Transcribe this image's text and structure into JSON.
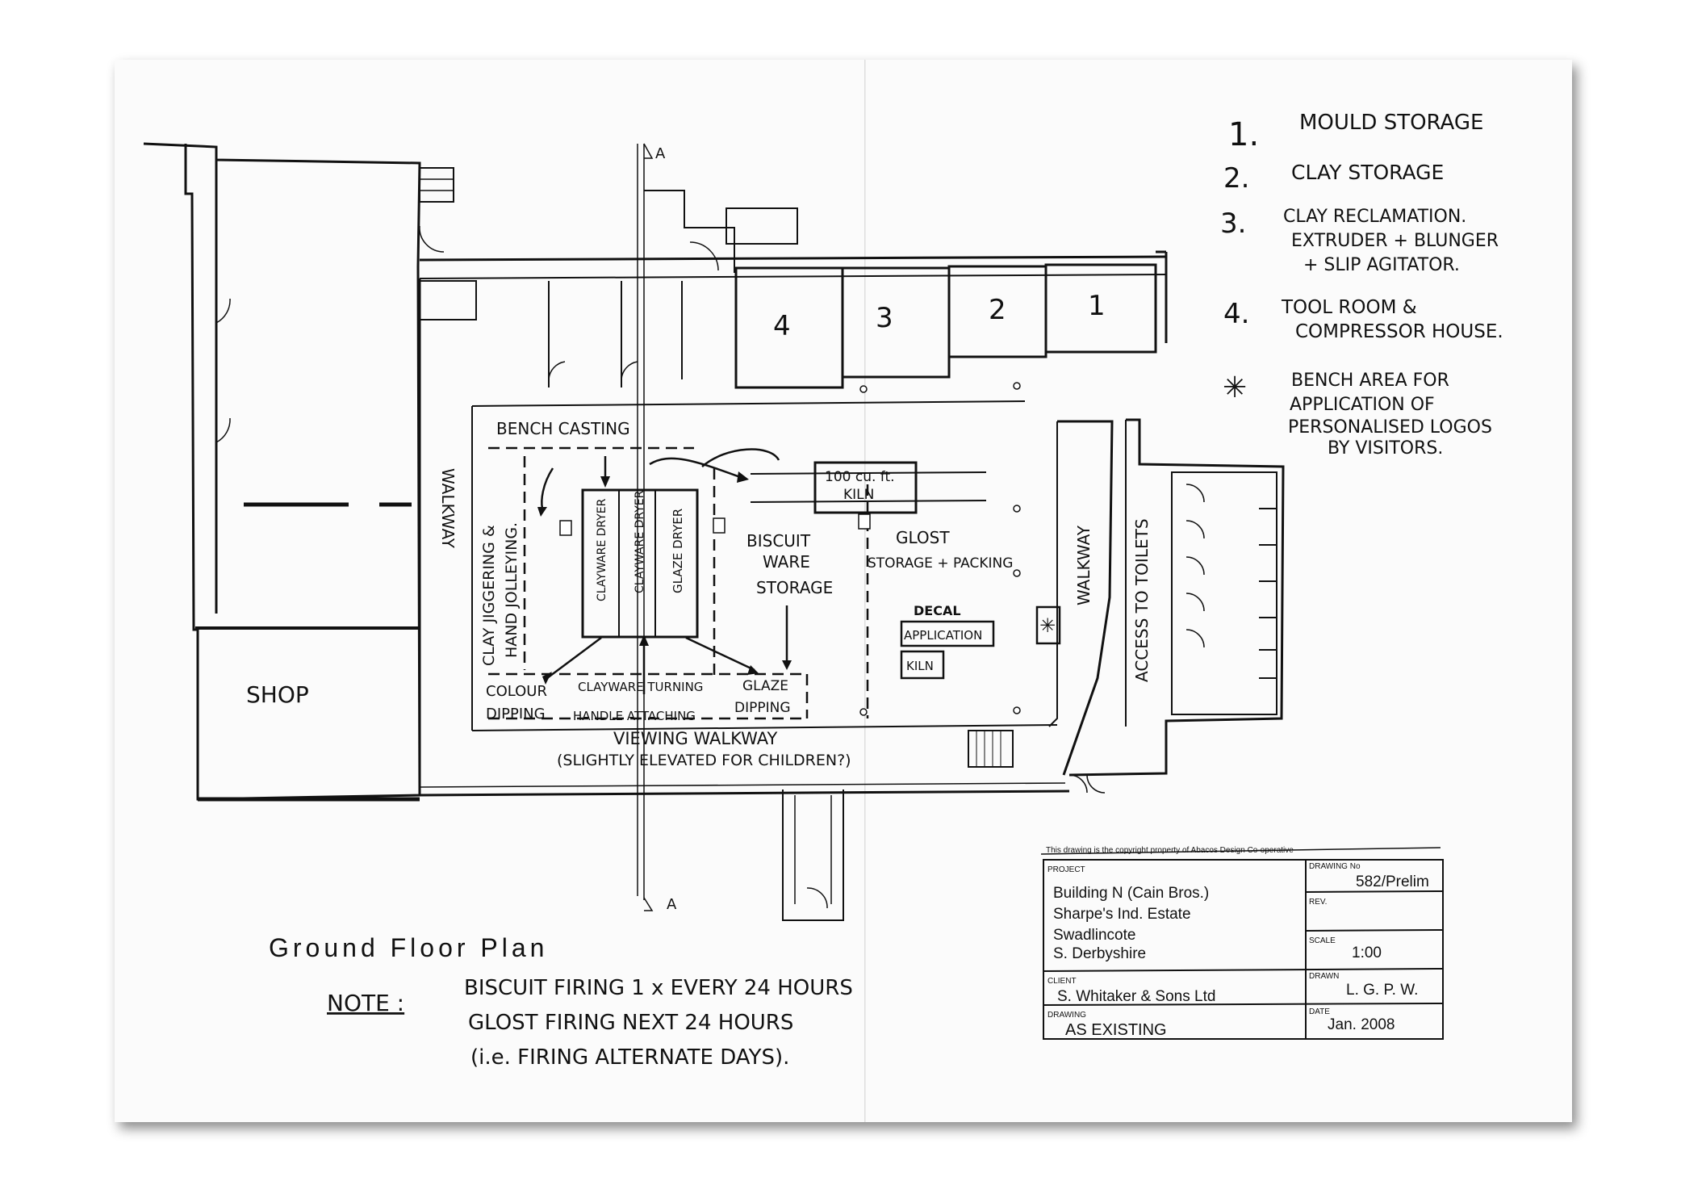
{
  "legend": {
    "item1": {
      "num": "1.",
      "text": "MOULD STORAGE"
    },
    "item2": {
      "num": "2.",
      "text": "CLAY STORAGE"
    },
    "item3": {
      "num": "3.",
      "line1": "CLAY RECLAMATION.",
      "line2": "EXTRUDER + BLUNGER",
      "line3": "+ SLIP AGITATOR."
    },
    "item4": {
      "num": "4.",
      "line1": "TOOL ROOM &",
      "line2": "COMPRESSOR HOUSE."
    },
    "item5": {
      "num": "✳",
      "line1": "BENCH AREA FOR",
      "line2": "APPLICATION OF",
      "line3": "PERSONALISED LOGOS",
      "line4": "BY VISITORS."
    }
  },
  "plan": {
    "section_a_top": "A",
    "section_a_bottom": "A",
    "room_4": "4",
    "room_3": "3",
    "room_2": "2",
    "room_1": "1",
    "shop": "SHOP",
    "walkway_left": "WALKWAY",
    "bench_casting": "BENCH CASTING",
    "clay_jiggering_1": "CLAY JIGGERING &",
    "clay_jiggering_2": "HAND JOLLEYING.",
    "clayware_dryer_1": "CLAYWARE DRYER",
    "clayware_dryer_2": "CLAYWARE DRYER",
    "glaze_dryer": "GLAZE DRYER",
    "kiln_100_1": "100 cu. ft.",
    "kiln_100_2": "KILN",
    "biscuit_1": "BISCUIT",
    "biscuit_2": "WARE",
    "biscuit_3": "STORAGE",
    "glost_1": "GLOST",
    "glost_2": "STORAGE + PACKING",
    "decal_1": "DECAL",
    "decal_2": "APPLICATION",
    "decal_kiln": "KILN",
    "colour_1": "COLOUR",
    "colour_2": "DIPPING",
    "clayware_turning_1": "CLAYWARE TURNING",
    "clayware_turning_2": "HANDLE ATTACHING",
    "glaze_dip_1": "GLAZE",
    "glaze_dip_2": "DIPPING",
    "viewing_1": "VIEWING WALKWAY",
    "viewing_2": "(SLIGHTLY ELEVATED FOR CHILDREN?)",
    "walkway_right": "WALKWAY",
    "access_toilets": "ACCESS TO TOILETS",
    "star": "✳"
  },
  "footer": {
    "plan_title": "Ground Floor Plan",
    "note_label": "NOTE :",
    "note_1": "BISCUIT FIRING 1 x EVERY 24 HOURS",
    "note_2": "GLOST FIRING NEXT 24 HOURS",
    "note_3": "(i.e. FIRING ALTERNATE DAYS)."
  },
  "title_block": {
    "copyright": "This drawing is the copyright property of Abacos Design Co-operative",
    "project_label": "PROJECT",
    "project_1": "Building N (Cain Bros.)",
    "project_2": "Sharpe's Ind. Estate",
    "project_3": "Swadlincote",
    "project_4": "S. Derbyshire",
    "drawing_no_label": "DRAWING No",
    "drawing_no": "582/Prelim",
    "rev_label": "REV.",
    "scale_label": "SCALE",
    "scale": "1:00",
    "client_label": "CLIENT",
    "client": "S. Whitaker & Sons Ltd",
    "drawn_label": "DRAWN",
    "drawn": "L. G. P. W.",
    "drawing_label": "DRAWING",
    "drawing": "AS EXISTING",
    "date_label": "DATE",
    "date": "Jan. 2008"
  }
}
